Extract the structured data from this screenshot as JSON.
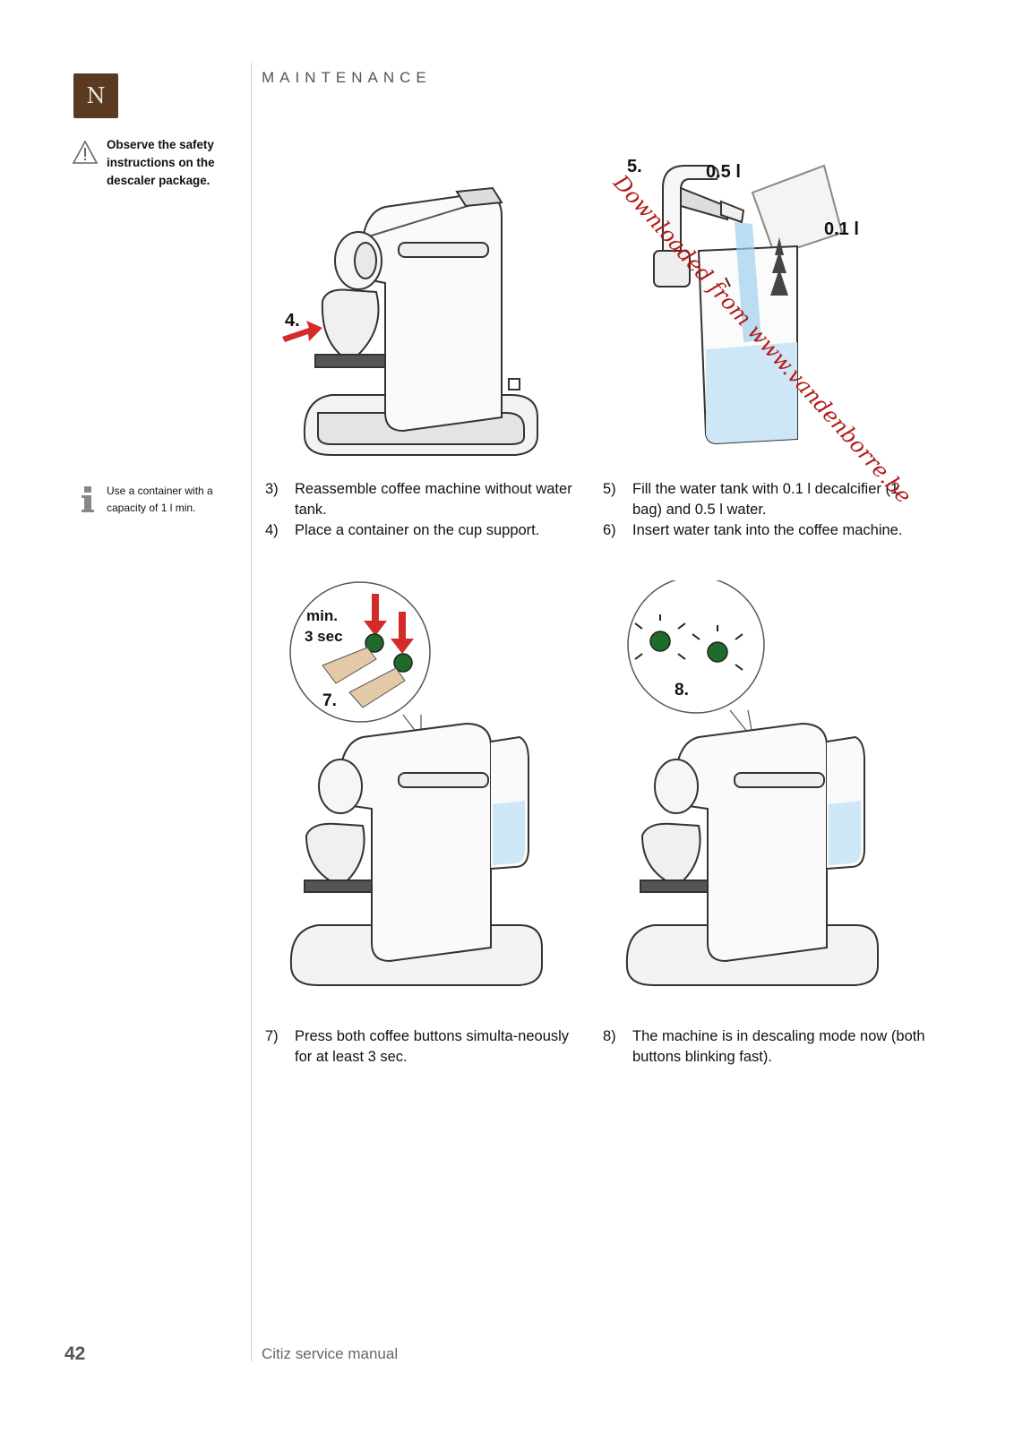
{
  "header": {
    "section_title": "MAINTENANCE",
    "logo_letter": "N"
  },
  "sidebar": {
    "warning_text": "Observe the safety instructions on the descaler package.",
    "info_text": "Use a container with a capacity of 1 l min."
  },
  "steps": [
    {
      "num": "3)",
      "text": "Reassemble coffee machine without water tank."
    },
    {
      "num": "4)",
      "text": "Place a container on the cup support."
    },
    {
      "num": "5)",
      "text": "Fill the water tank with 0.1 l decalcifier (1 bag) and 0.5 l water."
    },
    {
      "num": "6)",
      "text": "Insert water tank into the coffee machine."
    },
    {
      "num": "7)",
      "text": "Press both coffee buttons simulta-neously for at least 3 sec."
    },
    {
      "num": "8)",
      "text": "The machine is in descaling mode now (both buttons blinking fast)."
    }
  ],
  "figures": {
    "fig4_label": "4.",
    "fig5_label": "5.",
    "fig5_water": "0.5 l",
    "fig5_descaler": "0.1 l",
    "fig7_min": "min.",
    "fig7_sec": "3 sec",
    "fig7_label": "7.",
    "fig8_label": "8."
  },
  "footer": {
    "page_number": "42",
    "manual_title": "Citiz service manual"
  },
  "watermark": "Downloaded from www.vandenborre.be",
  "colors": {
    "arrow": "#d42a2a",
    "water": "#9fd0ec",
    "button": "#1e6b2b",
    "logo": "#5b3a22"
  }
}
